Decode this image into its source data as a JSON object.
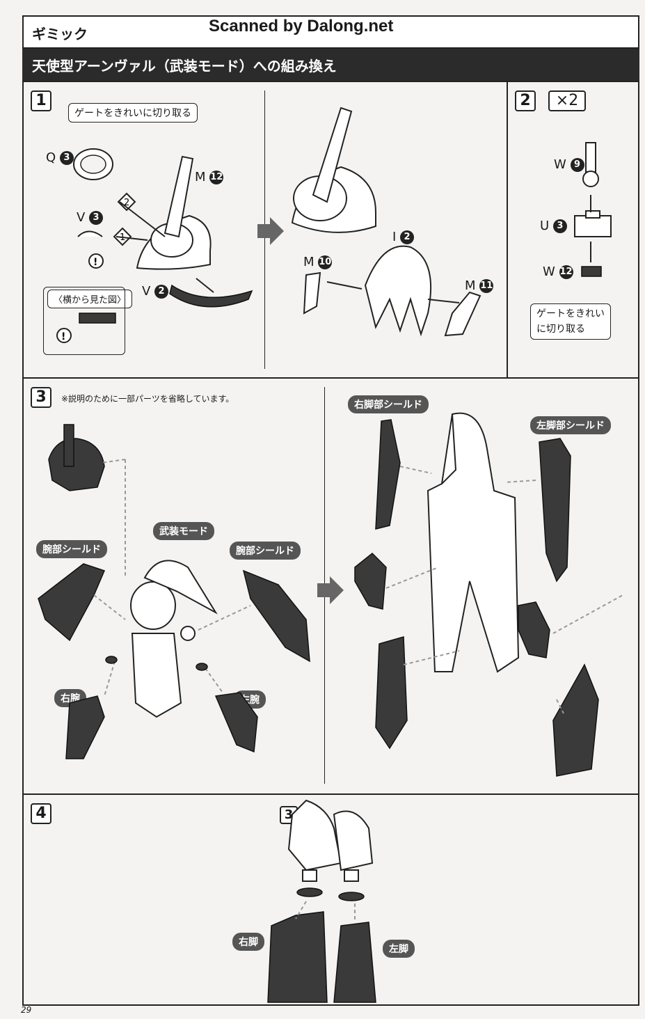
{
  "header": {
    "section_title": "ギミック",
    "scan_credit": "Scanned by Dalong.net",
    "subtitle": "天使型アーンヴァル（武装モード）への組み換え"
  },
  "step1": {
    "number": "1",
    "gate_callout": "ゲートをきれいに切り取る",
    "side_view_callout": "〈横から見た図〉",
    "parts": [
      {
        "letter": "Q",
        "num": "3"
      },
      {
        "letter": "M",
        "num": "12"
      },
      {
        "letter": "V",
        "num": "3"
      },
      {
        "letter": "V",
        "num": "2"
      },
      {
        "letter": "I",
        "num": "2"
      },
      {
        "letter": "M",
        "num": "10"
      },
      {
        "letter": "M",
        "num": "11"
      }
    ],
    "order_marks": [
      "1",
      "2"
    ]
  },
  "step2": {
    "number": "2",
    "multiplier": "×2",
    "parts": [
      {
        "letter": "W",
        "num": "9"
      },
      {
        "letter": "U",
        "num": "3"
      },
      {
        "letter": "W",
        "num": "12"
      }
    ],
    "gate_callout_line1": "ゲートをきれい",
    "gate_callout_line2": "に切り取る"
  },
  "step3": {
    "number": "3",
    "note": "※説明のために一部パーツを省略しています。",
    "labels": {
      "armed_mode": "武装モード",
      "arm_shield_right": "腕部シールド",
      "arm_shield_left": "腕部シールド",
      "right_arm": "右腕",
      "left_arm": "左腕",
      "right_leg_shield": "右脚部シールド",
      "left_leg_shield": "左脚部シールド"
    }
  },
  "step4": {
    "number": "4",
    "ref_step": "3",
    "right_leg": "右脚",
    "left_leg": "左脚"
  },
  "page_number": "29",
  "colors": {
    "dark_header": "#2b2b2b",
    "label_pill": "#555555",
    "part_fill": "#3a3a3a"
  }
}
